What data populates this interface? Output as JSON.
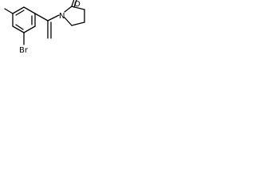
{
  "molecule": {
    "atom_labels": {
      "bromine": "Br",
      "nitrogen": "N",
      "oxygen": "O"
    },
    "colors": {
      "bonds": "#000000",
      "labels": "#000000",
      "background": "#ffffff"
    }
  }
}
